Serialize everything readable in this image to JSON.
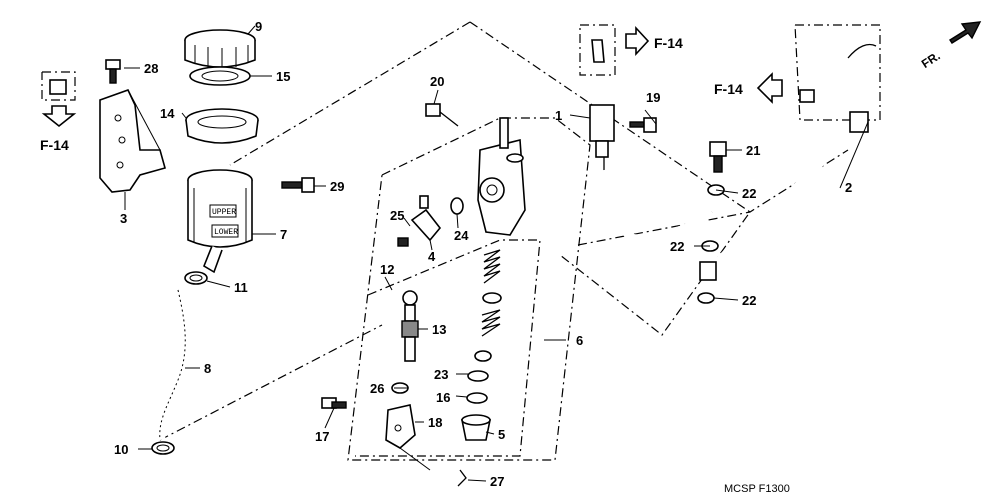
{
  "callouts": {
    "c1": "1",
    "c2": "2",
    "c3": "3",
    "c4": "4",
    "c5": "5",
    "c6": "6",
    "c7": "7",
    "c8": "8",
    "c9": "9",
    "c10": "10",
    "c11": "11",
    "c12": "12",
    "c13": "13",
    "c14": "14",
    "c15": "15",
    "c16": "16",
    "c17": "17",
    "c18": "18",
    "c19": "19",
    "c20": "20",
    "c21": "21",
    "c22a": "22",
    "c22b": "22",
    "c22c": "22",
    "c23": "23",
    "c24": "24",
    "c25": "25",
    "c26": "26",
    "c27": "27",
    "c28": "28",
    "c29": "29"
  },
  "references": {
    "left": "F-14",
    "top": "F-14",
    "right": "F-14"
  },
  "reservoir_marks": {
    "upper": "UPPER",
    "lower": "LOWER"
  },
  "front_marker": "FR.",
  "footer_code": "MCSP  F1300",
  "colors": {
    "ink": "#000000",
    "paper": "#ffffff"
  }
}
